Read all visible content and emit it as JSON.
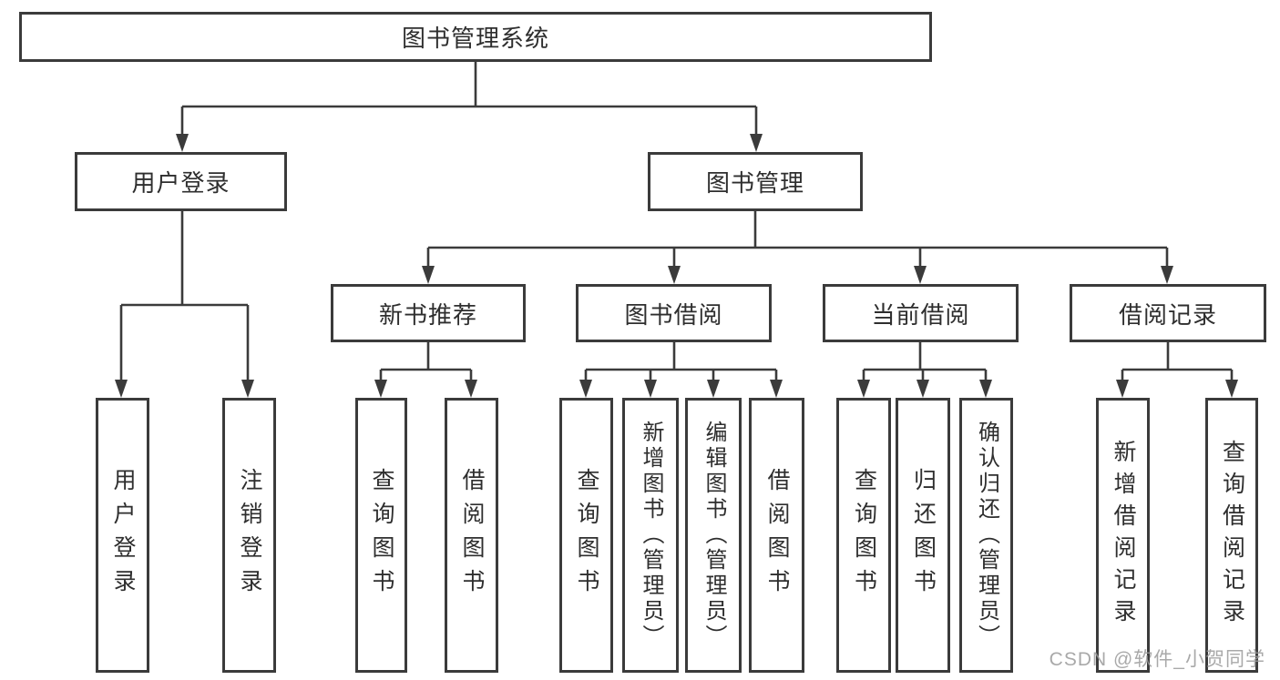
{
  "root": {
    "label": "图书管理系统"
  },
  "level2": {
    "user_login": "用户登录",
    "book_management": "图书管理"
  },
  "level3": {
    "new_book_recommend": "新书推荐",
    "book_borrow": "图书借阅",
    "current_borrow": "当前借阅",
    "borrow_records": "借阅记录"
  },
  "leaves": {
    "user_login": [
      "用户登录",
      "注销登录"
    ],
    "new_book_recommend": [
      "查询图书",
      "借阅图书"
    ],
    "book_borrow": [
      "查询图书",
      "新增图书（管理员）",
      "编辑图书（管理员）",
      "借阅图书"
    ],
    "current_borrow": [
      "查询图书",
      "归还图书",
      "确认归还（管理员）"
    ],
    "borrow_records": [
      "新增借阅记录",
      "查询借阅记录"
    ]
  },
  "watermark": "CSDN @软件_小贺同学",
  "colors": {
    "line": "#3b3b3b",
    "text": "#2e2e2e",
    "watermark": "#9a9a9a",
    "background": "#ffffff"
  }
}
